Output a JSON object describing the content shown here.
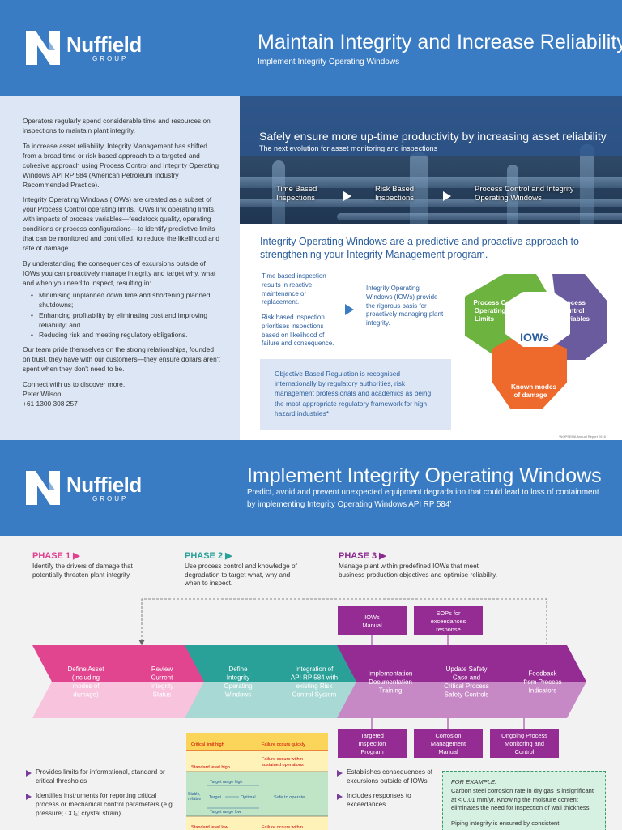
{
  "brand": {
    "name": "Nuffield",
    "group": "GROUP"
  },
  "header1": {
    "title": "Maintain Integrity and Increase Reliability",
    "subtitle": "Implement Integrity Operating Windows"
  },
  "intro": {
    "p1": "Operators regularly spend considerable time and resources on inspections to maintain plant integrity.",
    "p2": "To increase asset reliability, Integrity Management has shifted from a broad time or risk based approach to a targeted and cohesive approach using Process Control and Integrity Operating Windows API RP 584 (American Petroleum Industry Recommended Practice).",
    "p3": "Integrity Operating Windows (IOWs) are created as a subset of your Process Control operating limits.  IOWs link operating limits, with impacts of process variables—feedstock quality, operating conditions or process configurations—to identify predictive limits that can be monitored and controlled, to reduce the likelihood and rate of damage.",
    "p4": "By understanding the consequences of excursions outside of IOWs you can proactively manage integrity and target why, what and when you need to inspect, resulting in:",
    "bullets": [
      "Minimising unplanned down time and shortening planned shutdowns;",
      "Enhancing profitability by eliminating cost and improving reliability; and",
      "Reducing risk and meeting regulatory obligations."
    ],
    "p5": "Our team pride themselves on the strong relationships, founded on trust, they have with our customers—they ensure dollars aren't spent when they don't need to be.",
    "contact_line": "Connect with us to discover more.",
    "contact_name": "Peter Wilson",
    "contact_phone": "+61 1300 308 257"
  },
  "photo_banner": {
    "title": "Safely ensure more up-time productivity by increasing asset reliability",
    "subtitle": "The next evolution for asset monitoring and inspections",
    "flow": [
      {
        "line1": "Time Based",
        "line2": "Inspections"
      },
      {
        "line1": "Risk Based",
        "line2": "Inspections"
      },
      {
        "line1": "Process Control and Integrity",
        "line2": "Operating Windows"
      }
    ]
  },
  "approach": {
    "heading": "Integrity Operating Windows are a predictive and proactive approach to strengthening your Integrity Management program.",
    "time_based": "Time based inspection results in reactive maintenance or replacement.",
    "risk_based": "Risk based inspection prioritises inspections based on likelihood of failure and consequence.",
    "iow_basis": "Integrity Operating Windows (IOWs) provide the rigorous basis for proactively managing plant integrity.",
    "obr": "Objective Based Regulation is recognised internationally by regulatory authorities, risk management professionals and academics as being the most appropriate regulatory framework for high hazard industries*",
    "footnote": "*NOPSEMA Annual Report 2016"
  },
  "iow_diagram": {
    "center": "IOWs",
    "segments": [
      {
        "lines": [
          "Process Control",
          "Operating",
          "Limits"
        ],
        "color": "#6db33f"
      },
      {
        "lines": [
          "Process",
          "Control",
          "Variables"
        ],
        "color": "#6a5b9e"
      },
      {
        "lines": [
          "Known modes",
          "of damage"
        ],
        "color": "#ee6a2c"
      }
    ]
  },
  "header2": {
    "title": "Implement Integrity Operating Windows",
    "description": "Predict, avoid and prevent unexpected equipment degradation that could lead to loss of containment by implementing Integrity Operating Windows API RP 584’"
  },
  "phases": [
    {
      "label": "PHASE 1",
      "arrow": "▶",
      "color": "#e0408f",
      "text": [
        "Identify the drivers of damage that",
        "potentially threaten plant integrity."
      ]
    },
    {
      "label": "PHASE 2",
      "arrow": "▶",
      "color": "#2aa198",
      "text": [
        "Use process control and knowledge of",
        "degradation to target what, why and",
        "when to inspect."
      ]
    },
    {
      "label": "PHASE 3",
      "arrow": "▶",
      "color": "#8b2a8f",
      "text": [
        "Manage plant within predefined IOWs that meet",
        "business production objectives and optimise reliability."
      ]
    }
  ],
  "chevrons": [
    {
      "lines": [
        "Define Asset",
        "(including",
        "modes of",
        "damage)"
      ],
      "top": "#e2458f",
      "bottom": "#f7c3dd"
    },
    {
      "lines": [
        "Review",
        "Current",
        "Integrity",
        "Status"
      ],
      "top": "#e2458f",
      "bottom": "#f7c3dd"
    },
    {
      "lines": [
        "Define",
        "Integrity",
        "Operating",
        "Windows"
      ],
      "top": "#2aa198",
      "bottom": "#a8d9d4"
    },
    {
      "lines": [
        "Integration of",
        "API RP 584 with",
        "existing Risk",
        "Control System"
      ],
      "top": "#2aa198",
      "bottom": "#a8d9d4"
    },
    {
      "lines": [
        "Implementation",
        "Documentation",
        "Training"
      ],
      "top": "#952c93",
      "bottom": "#c789c5"
    },
    {
      "lines": [
        "Update Safety",
        "Case and",
        "Critical Process",
        "Safety Controls"
      ],
      "top": "#952c93",
      "bottom": "#c789c5"
    },
    {
      "lines": [
        "Feedback",
        "from Process",
        "Indicators"
      ],
      "top": "#952c93",
      "bottom": "#c789c5"
    }
  ],
  "top_boxes": [
    {
      "lines": [
        "IOWs",
        "Manual"
      ]
    },
    {
      "lines": [
        "SOPs for",
        "exceedances",
        "response"
      ]
    }
  ],
  "bottom_boxes": [
    {
      "lines": [
        "Targeted",
        "Inspection",
        "Program"
      ]
    },
    {
      "lines": [
        "Corrosion",
        "Management",
        "Manual"
      ]
    },
    {
      "lines": [
        "Ongoing Process",
        "Monitoring and",
        "Control"
      ]
    }
  ],
  "limits_chart": {
    "critical_high": "Critical limit high",
    "fail_quick": "Failure occurs quickly",
    "standard_high": "Standard level high",
    "fail_sustained": [
      "Failure occurs within",
      "sustained operations"
    ],
    "stable": [
      "Stable,",
      "reliable"
    ],
    "target_high": "Target range high",
    "target": "Target",
    "optimal": "Optimal",
    "safe": "Safe to operate",
    "target_low": "Target range low",
    "standard_low": "Standard level low",
    "fail_within": "Failure occurs within"
  },
  "bullets_left": [
    "Provides limits for informational, standard or critical thresholds",
    "Identifies instruments for reporting critical process or mechanical control parameters (e.g. pressure; CO₂; crystal strain)"
  ],
  "bullets_mid": [
    "Establishes consequences of excursions outside of IOWs",
    "Includes responses to exceedances"
  ],
  "example": {
    "title": "FOR EXAMPLE:",
    "text": "Carbon steel corrosion rate in dry gas is insignificant at < 0.01 mm/yr.  Knowing the moisture content eliminates the need for inspection of wall thickness.",
    "text2": "Piping integrity is ensured by consistent"
  },
  "colors": {
    "brand_blue": "#3a7cc3",
    "light_blue": "#dce6f4",
    "pink": "#e2458f",
    "teal": "#2aa198",
    "purple": "#952c93"
  }
}
